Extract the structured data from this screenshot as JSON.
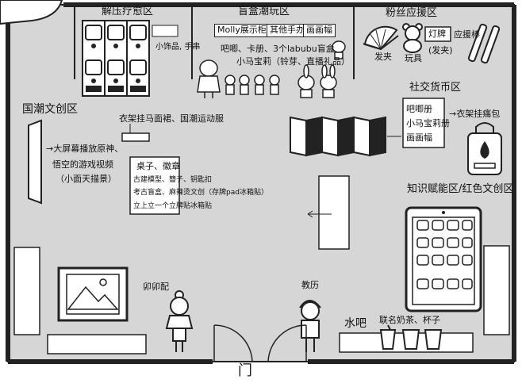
{
  "zones": {
    "stress_relief": "解压疗愈区",
    "blind_box": "盲盒潮玩区",
    "fan_support": "粉丝应援区",
    "guochao": "国潮文创区",
    "social_currency": "社交货币区",
    "knowledge": "知识赋能区/红色文创区",
    "water_bar": "水吧",
    "door": "门"
  },
  "labels": {
    "trinkets": "小饰品, 手串",
    "molly_cabinet": "Molly展示柜",
    "other_figures": "其他手办",
    "art_scroll_top": "画画幅",
    "blind_box_line1": "吧唧、卡册、3个labubu盲盒",
    "blind_box_line2": "小马宝莉（铃芽、直播礼品）",
    "hair_clip_left": "发夹",
    "toys": "玩具",
    "lightboard": "灯牌",
    "cheer_sticks": "应援棒",
    "hair_clip_right": "(发夹)",
    "rack_skirt": "衣架挂马面裙、国潮运动服",
    "screen_line1": "→大屏幕播放原神、",
    "screen_line2": "悟空的游戏视频",
    "screen_line3": "（小面天描景）",
    "table_title": "桌子、徽章",
    "table_line1": "古建模型、簪子、钥匙扣",
    "table_line2": "考古盲盒、麻辣烫文创（存牌pad冰箱贴）",
    "table_line3": "立上立一个立牌贴冰箱贴",
    "badges_shelf": "吧唧册",
    "pony_cards": "小马宝莉册",
    "art_scroll_right": "画画幅",
    "pain_bag": "→衣架挂痛包",
    "chibi_left": "卯卯配",
    "chibi_right": "教历",
    "tea_cups": "联名奶茶、杯子"
  },
  "icons": [
    "fan-icon",
    "teddy-bear-icon",
    "cheer-stick-icon",
    "blind-box-figure-icon",
    "picture-frame-icon",
    "tablet-icon",
    "bag-icon",
    "cup-icon",
    "vending-machine-icon"
  ]
}
